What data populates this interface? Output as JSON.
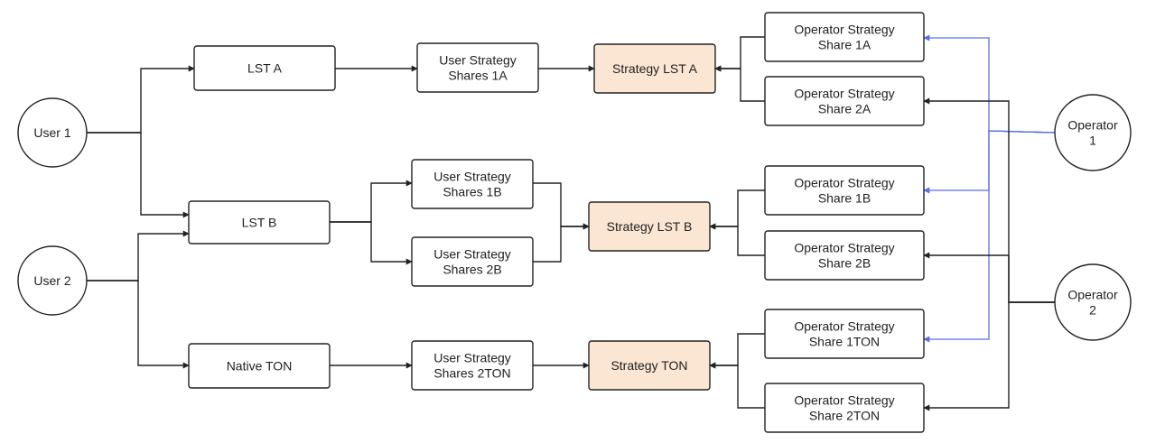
{
  "colors": {
    "box_fill": "#ffffff",
    "strategy_fill": "#fbe6d3",
    "stroke": "#222222",
    "operator1_edge": "#5b6ee1"
  },
  "nodes": {
    "user1": {
      "lines": [
        "User 1"
      ]
    },
    "user2": {
      "lines": [
        "User 2"
      ]
    },
    "lst_a": {
      "lines": [
        "LST A"
      ]
    },
    "lst_b": {
      "lines": [
        "LST B"
      ]
    },
    "native_ton": {
      "lines": [
        "Native TON"
      ]
    },
    "uss_1a": {
      "lines": [
        "User Strategy",
        "Shares 1A"
      ]
    },
    "uss_1b": {
      "lines": [
        "User Strategy",
        "Shares 1B"
      ]
    },
    "uss_2b": {
      "lines": [
        "User Strategy",
        "Shares 2B"
      ]
    },
    "uss_2ton": {
      "lines": [
        "User Strategy",
        "Shares 2TON"
      ]
    },
    "strategy_lst_a": {
      "lines": [
        "Strategy LST A"
      ]
    },
    "strategy_lst_b": {
      "lines": [
        "Strategy LST B"
      ]
    },
    "strategy_ton": {
      "lines": [
        "Strategy TON"
      ]
    },
    "os_1a": {
      "lines": [
        "Operator Strategy",
        "Share 1A"
      ]
    },
    "os_2a": {
      "lines": [
        "Operator Strategy",
        "Share 2A"
      ]
    },
    "os_1b": {
      "lines": [
        "Operator Strategy",
        "Share 1B"
      ]
    },
    "os_2b": {
      "lines": [
        "Operator Strategy",
        "Share 2B"
      ]
    },
    "os_1ton": {
      "lines": [
        "Operator Strategy",
        "Share 1TON"
      ]
    },
    "os_2ton": {
      "lines": [
        "Operator Strategy",
        "Share 2TON"
      ]
    },
    "operator1": {
      "lines": [
        "Operator",
        "1"
      ]
    },
    "operator2": {
      "lines": [
        "Operator",
        "2"
      ]
    }
  },
  "edges": [
    {
      "from": "user1",
      "to": "lst_a"
    },
    {
      "from": "user1",
      "to": "lst_b"
    },
    {
      "from": "user2",
      "to": "lst_b"
    },
    {
      "from": "user2",
      "to": "native_ton"
    },
    {
      "from": "lst_a",
      "to": "uss_1a"
    },
    {
      "from": "lst_b",
      "to": "uss_1b"
    },
    {
      "from": "lst_b",
      "to": "uss_2b"
    },
    {
      "from": "native_ton",
      "to": "uss_2ton"
    },
    {
      "from": "uss_1a",
      "to": "strategy_lst_a"
    },
    {
      "from": "uss_1b",
      "to": "strategy_lst_b"
    },
    {
      "from": "uss_2b",
      "to": "strategy_lst_b"
    },
    {
      "from": "uss_2ton",
      "to": "strategy_ton"
    },
    {
      "from": "os_1a",
      "to": "strategy_lst_a"
    },
    {
      "from": "os_2a",
      "to": "strategy_lst_a"
    },
    {
      "from": "os_1b",
      "to": "strategy_lst_b"
    },
    {
      "from": "os_2b",
      "to": "strategy_lst_b"
    },
    {
      "from": "os_1ton",
      "to": "strategy_ton"
    },
    {
      "from": "os_2ton",
      "to": "strategy_ton"
    },
    {
      "from": "operator1",
      "to": "os_1a"
    },
    {
      "from": "operator1",
      "to": "os_1b"
    },
    {
      "from": "operator1",
      "to": "os_1ton"
    },
    {
      "from": "operator2",
      "to": "os_2a"
    },
    {
      "from": "operator2",
      "to": "os_2b"
    },
    {
      "from": "operator2",
      "to": "os_2ton"
    }
  ]
}
